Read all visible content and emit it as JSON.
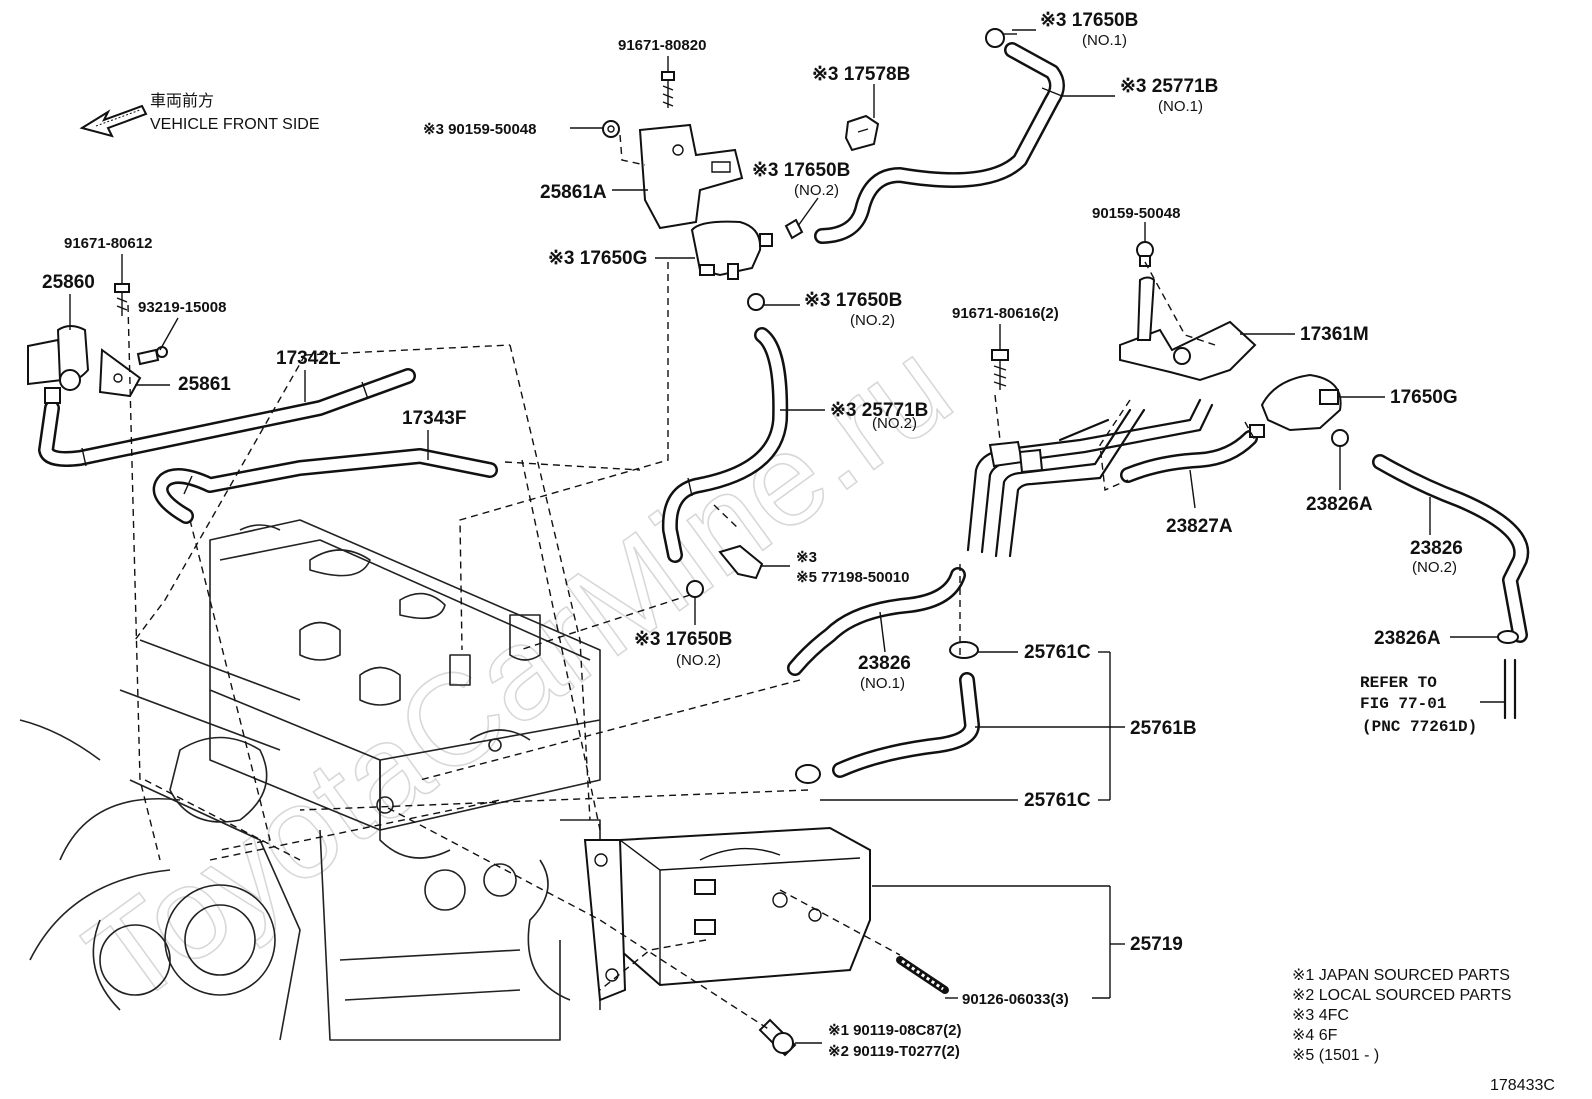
{
  "header": {
    "front_jp": "車両前方",
    "front_en": "VEHICLE FRONT SIDE"
  },
  "watermark": "ToyotaCarMine.ru",
  "figure_id": "178433C",
  "labels": {
    "p91671_80820": "91671-80820",
    "p17578B": "※3 17578B",
    "p17650B_1": "※3 17650B",
    "p17650B_1_sub": "(NO.1)",
    "p25771B_1": "※3 25771B",
    "p25771B_1_sub": "(NO.1)",
    "p90159_50048_a": "※3 90159-50048",
    "p25861A": "25861A",
    "p17650B_2a": "※3 17650B",
    "p17650B_2a_sub": "(NO.2)",
    "p17650G_a": "※3 17650G",
    "p17650B_2b": "※3 17650B",
    "p17650B_2b_sub": "(NO.2)",
    "p90159_50048_b": "90159-50048",
    "p91671_80612": "91671-80612",
    "p25860": "25860",
    "p93219_15008": "93219-15008",
    "p25861": "25861",
    "p17342L": "17342L",
    "p17343F": "17343F",
    "p91671_80616": "91671-80616(2)",
    "p17361M": "17361M",
    "p17650G_b": "17650G",
    "p25771B_2": "※3 25771B",
    "p25771B_2_sub": "(NO.2)",
    "p23827A": "23827A",
    "p23826A_a": "23826A",
    "p23826_2": "23826",
    "p23826_2_sub": "(NO.2)",
    "p77198_50010_a": "※3",
    "p77198_50010_b": "※5 77198-50010",
    "p17650B_2c": "※3 17650B",
    "p17650B_2c_sub": "(NO.2)",
    "p23826_1": "23826",
    "p23826_1_sub": "(NO.1)",
    "p25761C_a": "25761C",
    "p23826A_b": "23826A",
    "refer_1": "REFER TO",
    "refer_2": "FIG 77-01",
    "refer_3": "(PNC 77261D)",
    "p25761B": "25761B",
    "p25761C_b": "25761C",
    "p25719": "25719",
    "p90126_06033": "90126-06033(3)",
    "p90119_08C87": "※1 90119-08C87(2)",
    "p90119_T0277": "※2 90119-T0277(2)"
  },
  "notes": [
    "※1 JAPAN SOURCED PARTS",
    "※2 LOCAL SOURCED PARTS",
    "※3 4FC",
    "※4 6F",
    "※5 (1501 -      )"
  ]
}
